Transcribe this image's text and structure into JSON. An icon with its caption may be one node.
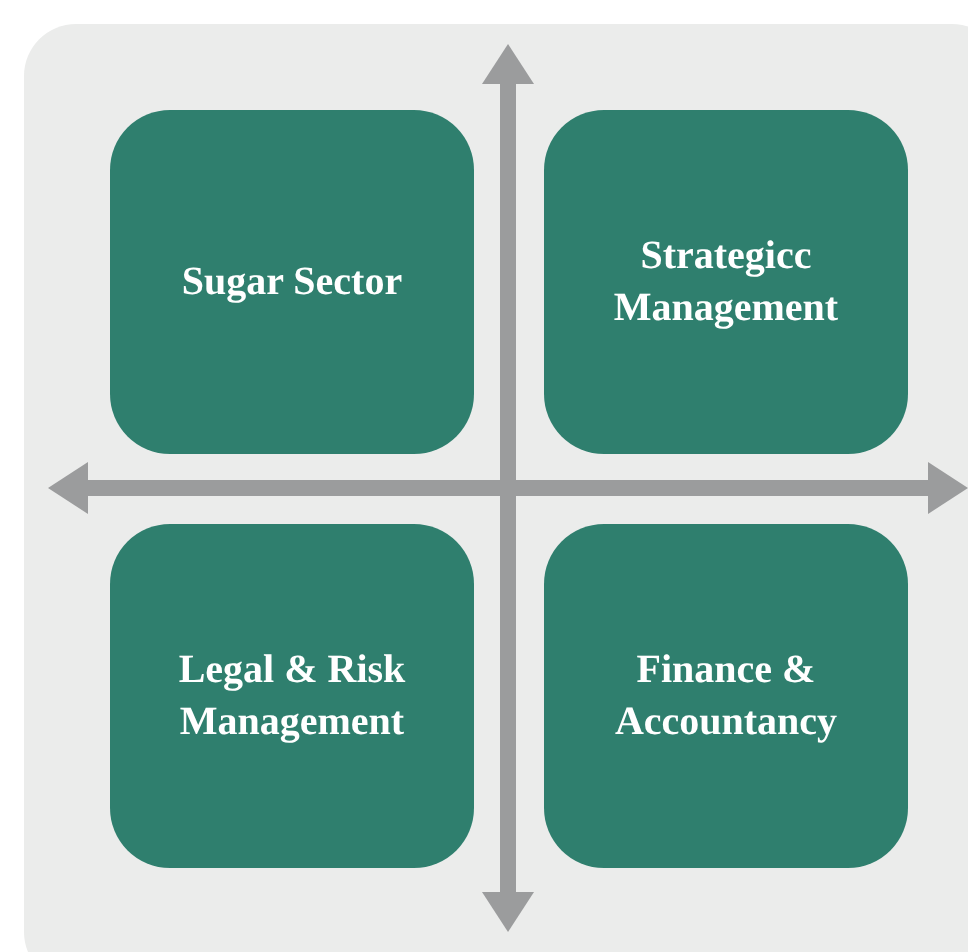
{
  "diagram": {
    "nodes": [
      {
        "text": [
          "Sugar Sector"
        ]
      },
      {
        "text": [
          "Strategicc Management"
        ]
      },
      {
        "text": [
          "Legal & Risk Management"
        ]
      },
      {
        "text": [
          "Finance & Accountancy"
        ]
      }
    ]
  }
}
